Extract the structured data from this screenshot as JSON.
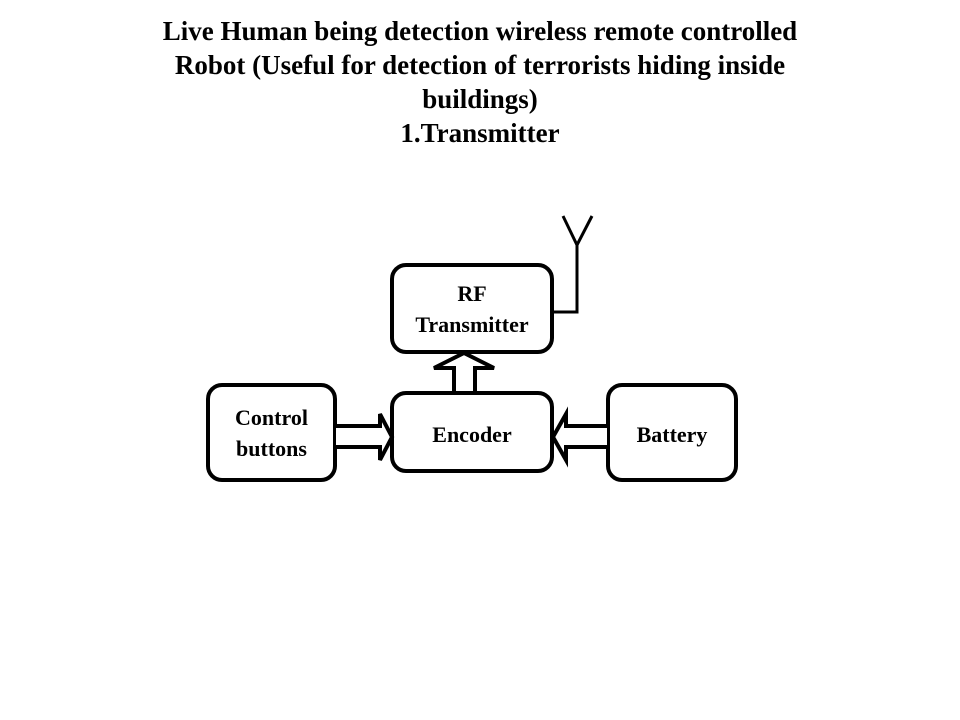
{
  "title": {
    "lines": [
      "Live Human being detection wireless remote controlled",
      "Robot (Useful for detection of terrorists hiding inside",
      "buildings)",
      "1.Transmitter"
    ]
  },
  "diagram": {
    "blocks": {
      "rf_transmitter": {
        "lines": [
          "RF",
          "Transmitter"
        ]
      },
      "control_buttons": {
        "lines": [
          "Control",
          "buttons"
        ]
      },
      "encoder": {
        "lines": [
          "Encoder"
        ]
      },
      "battery": {
        "lines": [
          "Battery"
        ]
      }
    },
    "connections": [
      {
        "from": "control_buttons",
        "to": "encoder",
        "style": "hollow-arrow"
      },
      {
        "from": "battery",
        "to": "encoder",
        "style": "hollow-arrow"
      },
      {
        "from": "encoder",
        "to": "rf_transmitter",
        "style": "hollow-arrow"
      },
      {
        "from": "rf_transmitter",
        "to": "antenna",
        "style": "line"
      }
    ],
    "colors": {
      "stroke": "#000000",
      "background": "#ffffff"
    }
  }
}
